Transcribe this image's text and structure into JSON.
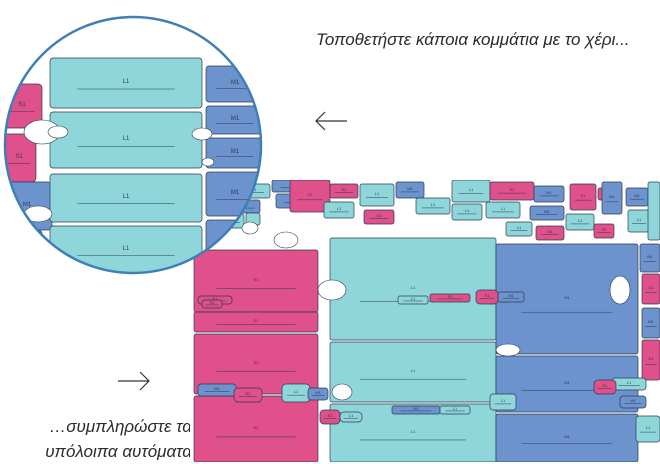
{
  "captions": {
    "top": "Τοποθετήστε κάποια κομμάτια με το χέρι...",
    "bottom": "…συμπληρώστε τα υπόλοιπα αυτόματα"
  },
  "piece_labels": {
    "large": "L1",
    "medium": "M1",
    "small": "S1"
  },
  "colors": {
    "large": "#8fd6db",
    "medium": "#6d93cf",
    "small": "#e0508a",
    "outline": "#2a3b4f",
    "circle_border": "#3f7fb7",
    "arrow": "#333333"
  },
  "icons": {
    "left_arrow": "left-arrow-icon",
    "right_arrow": "right-arrow-icon"
  }
}
